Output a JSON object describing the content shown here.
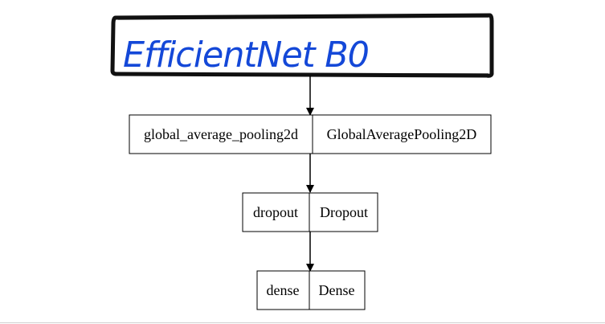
{
  "header": {
    "title": "EfficientNet B0",
    "text_color": "#1448d8",
    "border_color": "#111111"
  },
  "layers": [
    {
      "id": "global_average_pooling",
      "name": "global_average_pooling2d",
      "class_name": "GlobalAveragePooling2D"
    },
    {
      "id": "dropout",
      "name": "dropout",
      "class_name": "Dropout"
    },
    {
      "id": "dense",
      "name": "dense",
      "class_name": "Dense"
    }
  ],
  "edges": [
    [
      "header",
      "global_average_pooling"
    ],
    [
      "global_average_pooling",
      "dropout"
    ],
    [
      "dropout",
      "dense"
    ]
  ]
}
